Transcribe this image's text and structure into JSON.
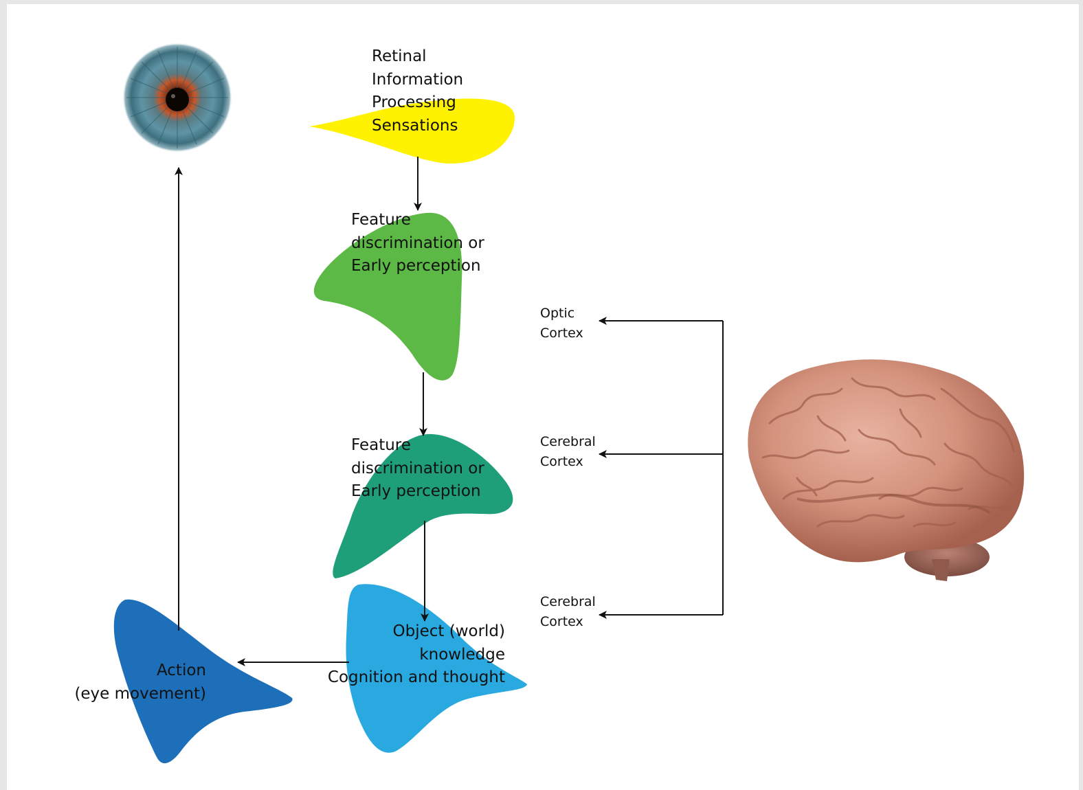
{
  "diagram": {
    "stages": [
      {
        "id": "retinal",
        "lines": [
          "Retinal",
          "Information",
          "Processing",
          "Sensations"
        ],
        "color": "#fff200"
      },
      {
        "id": "feature1",
        "lines": [
          "Feature",
          "discrimination or",
          "Early perception"
        ],
        "color": "#5cb946"
      },
      {
        "id": "feature2",
        "lines": [
          "Feature",
          "discrimination or",
          "Early perception"
        ],
        "color": "#1e9f79"
      },
      {
        "id": "object",
        "lines": [
          "Object (world)",
          "knowledge",
          "Cognition and thought"
        ],
        "color": "#29a9e0"
      },
      {
        "id": "action",
        "lines": [
          "Action",
          "(eye movement)"
        ],
        "color": "#1c6fb8"
      }
    ],
    "cortex_labels": [
      {
        "id": "optic",
        "lines": [
          "Optic",
          "Cortex"
        ]
      },
      {
        "id": "cerebral1",
        "lines": [
          "Cerebral",
          "Cortex"
        ]
      },
      {
        "id": "cerebral2",
        "lines": [
          "Cerebral",
          "Cortex"
        ]
      }
    ],
    "icons": {
      "eye": "eye-iris-icon",
      "brain": "brain-icon"
    }
  }
}
